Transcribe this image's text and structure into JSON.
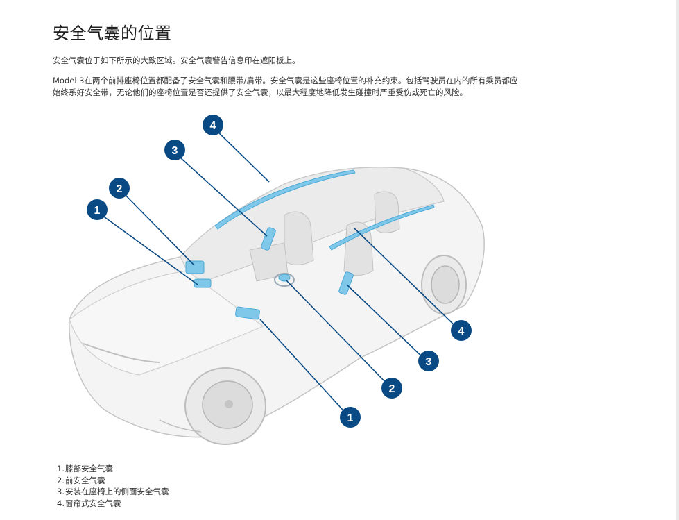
{
  "page": {
    "title": "安全气囊的位置",
    "intro": "安全气囊位于如下所示的大致区域。安全气囊警告信息印在遮阳板上。",
    "body": "Model 3在两个前排座椅位置都配备了安全气囊和腰带/肩带。安全气囊是这些座椅位置的补充约束。包括驾驶员在内的所有乘员都应始终系好安全带，无论他们的座椅位置是否还提供了安全气囊，以最大程度地降低发生碰撞时严重受伤或死亡的风险。"
  },
  "figure": {
    "callouts": [
      "1",
      "2",
      "3",
      "4",
      "4",
      "3",
      "2",
      "1"
    ],
    "colors": {
      "callout": "#0a4a84",
      "airbag": "#7fc8ea",
      "car_outline": "#c4c4c4"
    }
  },
  "legend": [
    {
      "num": "1.",
      "label": "膝部安全气囊"
    },
    {
      "num": "2.",
      "label": "前安全气囊"
    },
    {
      "num": "3.",
      "label": "安装在座椅上的侧面安全气囊"
    },
    {
      "num": "4.",
      "label": "窗帘式安全气囊"
    }
  ]
}
